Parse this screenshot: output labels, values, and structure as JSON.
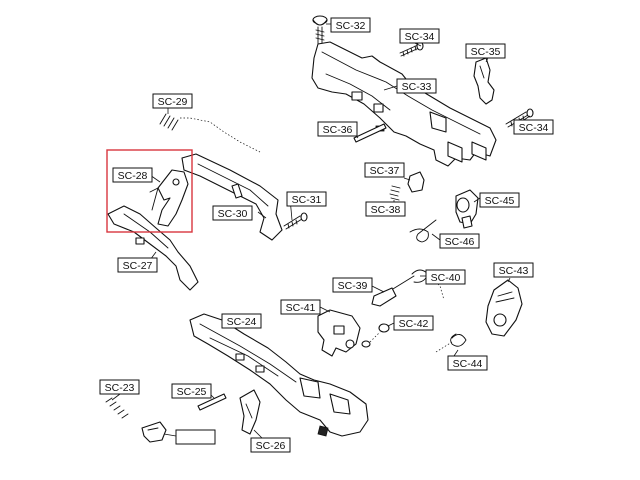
{
  "highlight_color": "#d9363e",
  "labels": {
    "sc23": "SC-23",
    "sc24": "SC-24",
    "sc25": "SC-25",
    "sc26": "SC-26",
    "sc27": "SC-27",
    "sc28": "SC-28",
    "sc29": "SC-29",
    "sc30": "SC-30",
    "sc31": "SC-31",
    "sc32": "SC-32",
    "sc33": "SC-33",
    "sc34a": "SC-34",
    "sc34b": "SC-34",
    "sc35": "SC-35",
    "sc36": "SC-36",
    "sc37": "SC-37",
    "sc38": "SC-38",
    "sc39": "SC-39",
    "sc40": "SC-40",
    "sc41": "SC-41",
    "sc42": "SC-42",
    "sc43": "SC-43",
    "sc44": "SC-44",
    "sc45": "SC-45",
    "sc46": "SC-46"
  }
}
